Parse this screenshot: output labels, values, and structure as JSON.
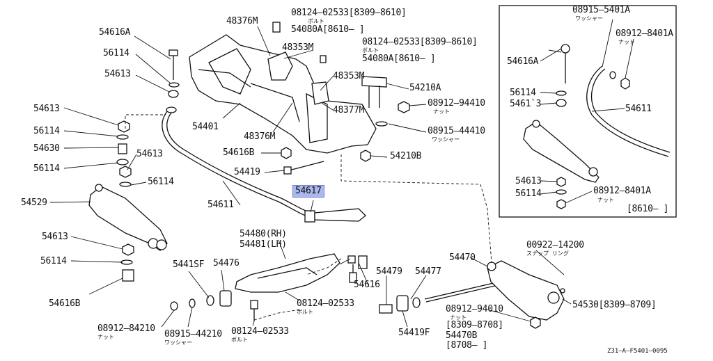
{
  "labels": {
    "l54616A_left": "54616A",
    "l56114_a": "56114",
    "l54613_a": "54613",
    "l54613_b": "54613",
    "l56114_b": "56114",
    "l54630": "54630",
    "l54613_c": "54613",
    "l56114_c": "56114",
    "l56114_d": "56114",
    "l54529": "54529",
    "l54613_d": "54613",
    "l56114_e": "56114",
    "l54616B_a": "54616B",
    "l48376M_a": "48376M",
    "l08124_top": "08124—02533[8309—8610]",
    "l54080A": "54080A[8610—   ]",
    "l48353M_a": "48353M",
    "l08124_mid": "08124—02533[8309—8610]",
    "l54080A_2": "54080A[8610—   ]",
    "l48353M_b": "48353M",
    "l54210A": "54210A",
    "l48377M": "48377M",
    "l08912_94410": "08912—94410",
    "l54401": "54401",
    "l08915_44410": "08915—44410",
    "l48376M_b": "48376M",
    "l54616B_b": "54616B",
    "l54210B": "54210B",
    "l54419": "54419",
    "l54617": "54617",
    "l54611_main": "54611",
    "l54480": "54480(RH)",
    "l54481": "54481(LH)",
    "l5441SF_a": "5441SF",
    "l54476": "54476",
    "l54616_b": "54616",
    "l54479": "54479",
    "l54477": "54477",
    "l54470": "54470",
    "l00922": "00922—14200",
    "l08124_bot": "08124—02533",
    "l08912_84210": "08912—84210",
    "l08915_44210": "08915—44210",
    "l08124_bot2": "08124—02533",
    "l54419F_b": "54419F",
    "l08912_94010": "08912—94010",
    "l8309_8708": "[8309—8708]",
    "l54470B": "54470B",
    "l8708": "[8708—   ]",
    "l54530": "54530[8309—8709]",
    "l08915_5401A": "08915—5401A",
    "l08912_8401A_top": "08912—8401A",
    "l54616A_right": "54616A",
    "l56114_r": "56114",
    "l5461_3": "5461`3",
    "l54611_r": "54611",
    "l54613_r": "54613",
    "l56114_r2": "56114",
    "l08912_8401A_bot": "08912—8401A",
    "l8610_r": "[8610—   ]"
  },
  "subs": {
    "bolt": "ボルト",
    "nut": "ナット",
    "washer": "ワッシャー",
    "snapring": "スナップ  リング"
  },
  "footer": {
    "code": "Z31—A—F5401—0095"
  },
  "colors": {
    "highlight": "#aab8ee",
    "line": "#111111"
  }
}
